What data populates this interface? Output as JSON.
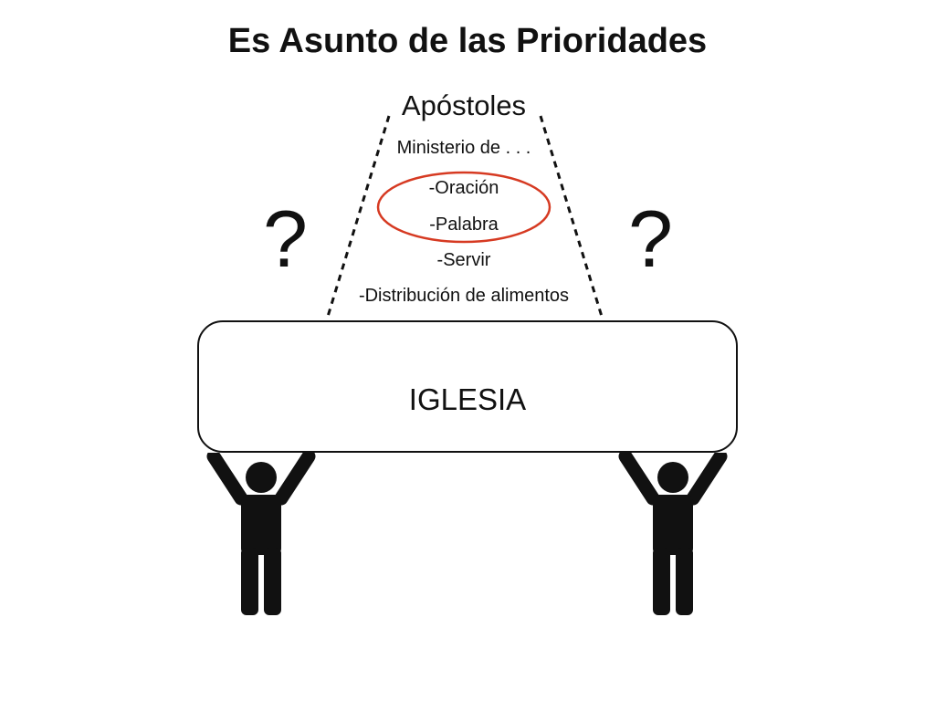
{
  "slide": {
    "title": "Es Asunto de las Prioridades",
    "top_heading": "Apóstoles",
    "ministry_intro": "Ministerio de . . .",
    "ministries": [
      "-Oración",
      "-Palabra",
      "-Servir",
      "-Distribución de alimentos"
    ],
    "highlighted_ministries": [
      "-Oración",
      "-Palabra"
    ],
    "question_left": "?",
    "question_right": "?",
    "church_label": "IGLESIA"
  },
  "icons": {
    "figures": [
      "person-arms-raised-icon",
      "person-arms-raised-icon"
    ],
    "highlight": "highlight-ellipse"
  },
  "colors": {
    "highlight_ellipse": "#d63a22",
    "lines": "#111111",
    "background": "#ffffff"
  }
}
